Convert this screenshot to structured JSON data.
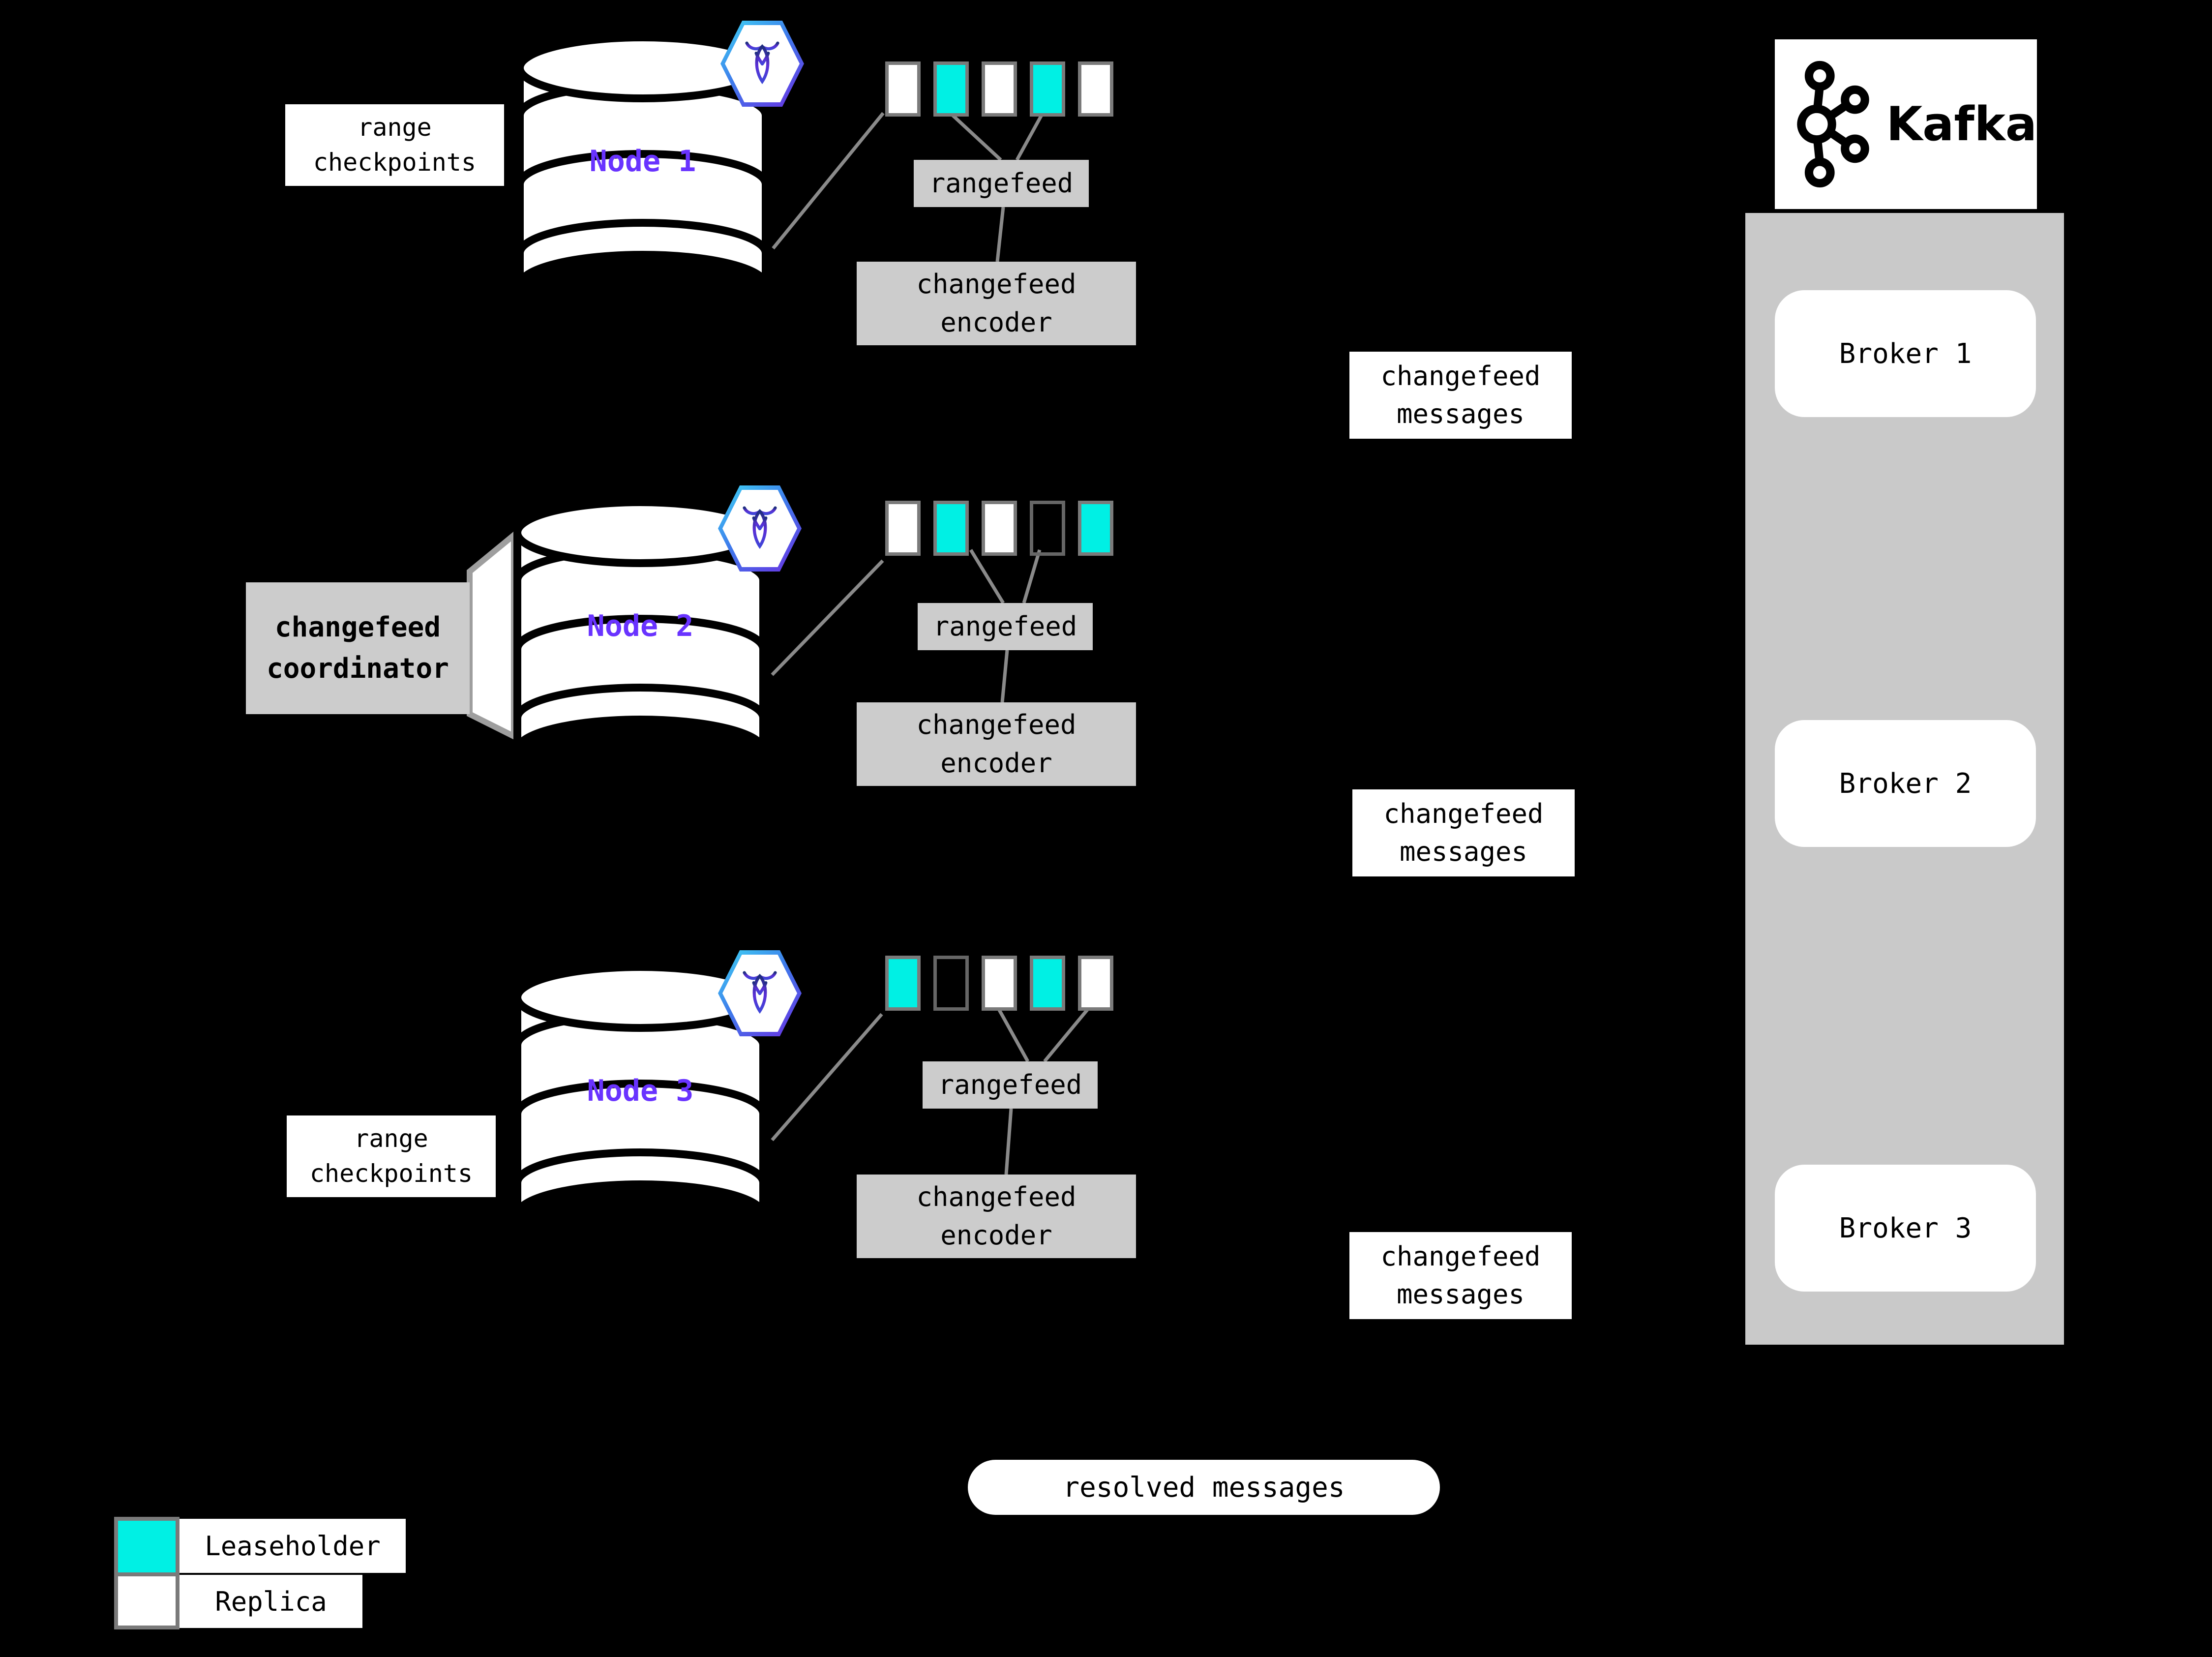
{
  "colors": {
    "background": "#000000",
    "leaseholder": "#00F0E4",
    "replica": "#FFFFFF",
    "empty_range": "transparent",
    "node_label": "#6933FF",
    "panel_gray": "#C9C9C9",
    "box_gray": "#CCCCCC",
    "wire_gray": "#8A8A8A",
    "square_border": "#7A7A7A"
  },
  "nodes": [
    {
      "name": "Node 1",
      "side_label": "range checkpoints",
      "rangefeed_label": "rangefeed",
      "encoder_label": "changefeed encoder",
      "message_label": "changefeed messages",
      "ranges": [
        "replica",
        "leaseholder",
        "replica",
        "leaseholder",
        "replica"
      ]
    },
    {
      "name": "Node 2",
      "side_label": "changefeed coordinator",
      "rangefeed_label": "rangefeed",
      "encoder_label": "changefeed encoder",
      "message_label": "changefeed messages",
      "ranges": [
        "replica",
        "leaseholder",
        "replica",
        "empty",
        "leaseholder"
      ]
    },
    {
      "name": "Node 3",
      "side_label": "range checkpoints",
      "rangefeed_label": "rangefeed",
      "encoder_label": "changefeed encoder",
      "message_label": "changefeed messages",
      "ranges": [
        "leaseholder",
        "empty",
        "replica",
        "leaseholder",
        "replica"
      ]
    }
  ],
  "kafka": {
    "wordmark": "Kafka",
    "brokers": [
      {
        "label": "Broker 1"
      },
      {
        "label": "Broker 2"
      },
      {
        "label": "Broker 3"
      }
    ]
  },
  "resolved_label": "resolved messages",
  "legend": {
    "items": [
      {
        "label": "Leaseholder",
        "type": "leaseholder"
      },
      {
        "label": "Replica",
        "type": "replica"
      }
    ]
  },
  "icons": {
    "node_badge": "cockroachdb-icon",
    "kafka_logo": "kafka-logo-icon"
  }
}
